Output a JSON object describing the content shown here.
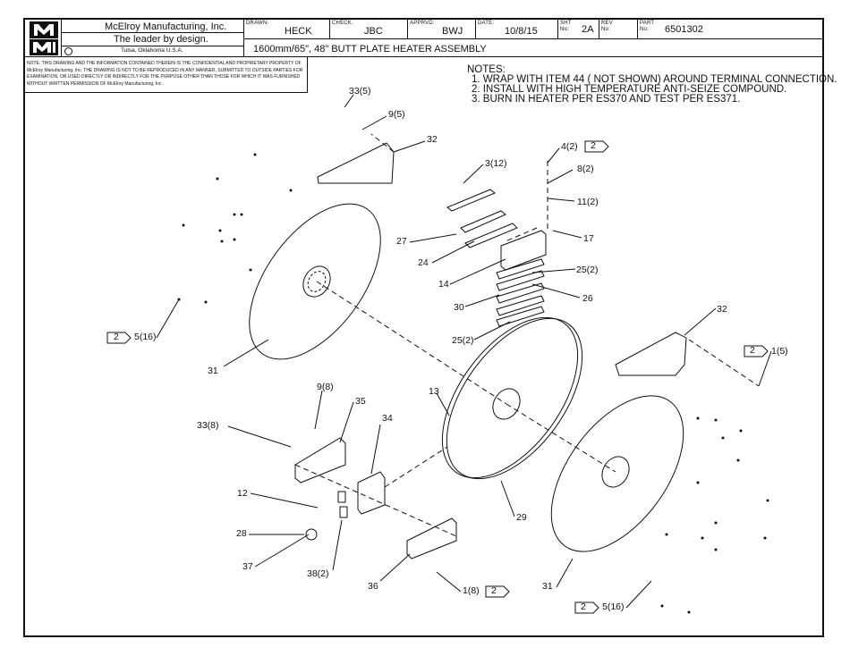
{
  "company": {
    "logo_text": "MMI",
    "name": "McElroy Manufacturing, Inc.",
    "tagline": "The leader by design.",
    "location": "Tulsa, Oklahoma U.S.A."
  },
  "title_block": {
    "drawn_label": "DRAWN:",
    "drawn_value": "HECK",
    "check_label": "CHECK:",
    "check_value": "JBC",
    "apprvd_label": "APPRVD:",
    "apprvd_value": "BWJ",
    "date_label": "DATE:",
    "date_value": "10/8/15",
    "sht_label": "SHT No:",
    "sht_value": "2A",
    "rev_label": "REV No:",
    "rev_value": "",
    "part_label": "PART No:",
    "part_value": "6501302",
    "title": "1600mm/65\", 48\" BUTT PLATE HEATER ASSEMBLY"
  },
  "confidential_note": "NOTE: THIS DRAWING AND THE INFORMATION CONTAINED THEREIN IS THE CONFIDENTIAL AND PROPRIETARY PROPERTY OF McElroy Manufacturing, Inc. THE DRAWING IS NOT TO BE REPRODUCED IN ANY MANNER, SUBMITTED TO OUTSIDE PARTIES FOR EXAMINATION, OR USED DIRECTLY OR INDIRECTLY FOR THE PURPOSE OTHER THAN THOSE FOR WHICH IT WAS FURNISHED WITHOUT WRITTEN PERMISSION OF McElroy Manufacturing, Inc.",
  "notes": {
    "heading": "NOTES:",
    "items": [
      "1. WRAP WITH ITEM 44 ( NOT SHOWN) AROUND TERMINAL CONNECTION.",
      "2. INSTALL WITH HIGH TEMPERATURE ANTI-SEIZE COMPOUND.",
      "3. BURN IN HEATER PER ES370 AND TEST PER ES371."
    ]
  },
  "callouts": [
    "33(5)",
    "9(5)",
    "32",
    "3(12)",
    "4(2)",
    "8(2)",
    "11(2)",
    "17",
    "27",
    "24",
    "14",
    "25(2)",
    "26",
    "30",
    "25(2)",
    "5(16)",
    "31",
    "32",
    "1(5)",
    "9(8)",
    "35",
    "33(8)",
    "34",
    "13",
    "12",
    "28",
    "37",
    "38(2)",
    "36",
    "1(8)",
    "29",
    "31",
    "5(16)"
  ],
  "note_tags": [
    "2",
    "2",
    "2",
    "2",
    "2"
  ]
}
